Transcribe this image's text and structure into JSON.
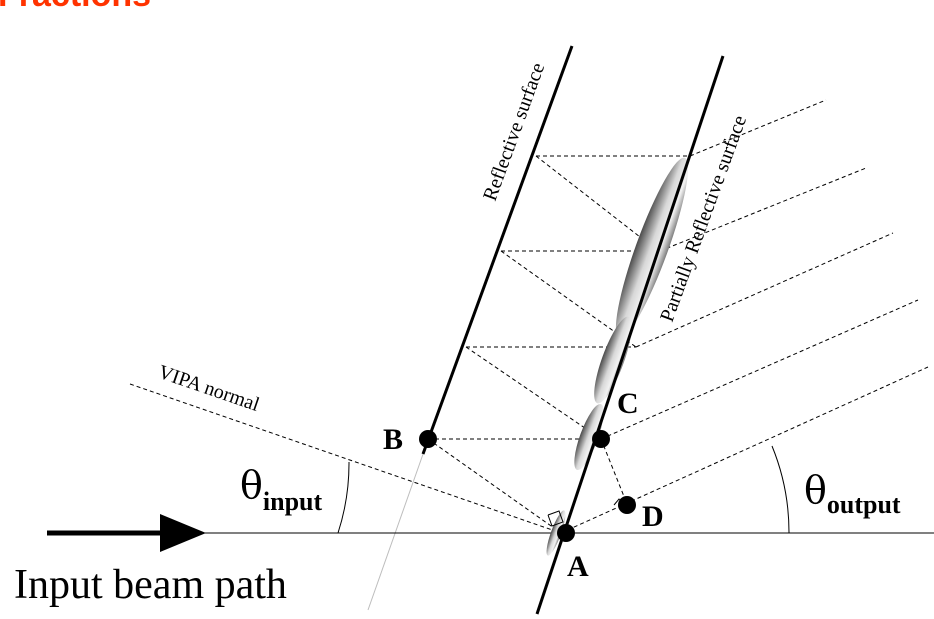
{
  "title": "Fractions",
  "surfaces": {
    "reflective": "Reflective surface",
    "partially_reflective": "Partially Reflective surface"
  },
  "vipa_normal": "VIPA normal",
  "points": {
    "a": "A",
    "b": "B",
    "c": "C",
    "d": "D"
  },
  "angles": {
    "symbol": "θ",
    "input_sub": "input",
    "output_sub": "output"
  },
  "beam_label": "Input beam path",
  "colors": {
    "title": "#ff3300",
    "lines": "#000000"
  }
}
